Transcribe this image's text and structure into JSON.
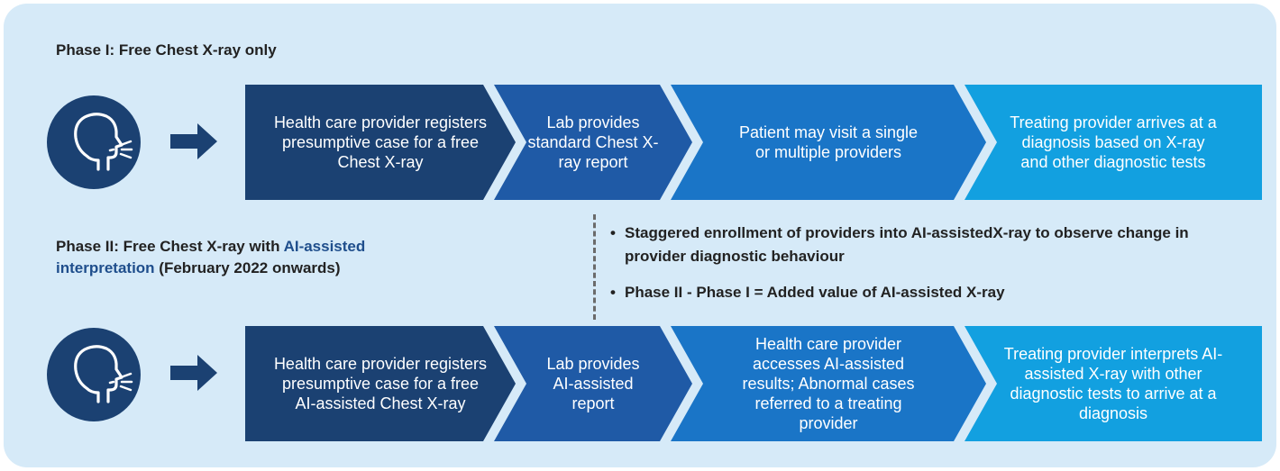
{
  "colors": {
    "panel_bg": "#d6eaf8",
    "dark_navy": "#1b4172",
    "mid_blue": "#1f5aa6",
    "blue": "#1a75c7",
    "light_blue": "#12a0e0"
  },
  "phase1": {
    "title": "Phase I: Free Chest X-ray only",
    "steps": [
      {
        "text": "Health care provider registers presumptive case for a free Chest X-ray",
        "color": "#1b4172"
      },
      {
        "text": "Lab provides standard Chest X-ray report",
        "color": "#1f5aa6"
      },
      {
        "text": "Patient may visit a single or multiple providers",
        "color": "#1a75c7"
      },
      {
        "text": "Treating provider arrives at a diagnosis based on X-ray and other diagnostic tests",
        "color": "#12a0e0"
      }
    ]
  },
  "phase2": {
    "title_prefix": "Phase II: Free Chest X-ray with ",
    "title_highlight": "AI-assisted interpretation",
    "title_suffix": " (February 2022 onwards)",
    "steps": [
      {
        "text": "Health care provider registers presumptive case for a free AI-assisted Chest X-ray",
        "color": "#1b4172"
      },
      {
        "text": "Lab provides AI-assisted report",
        "color": "#1f5aa6"
      },
      {
        "text": "Health care provider accesses AI-assisted results; Abnormal cases referred to a treating provider",
        "color": "#1a75c7"
      },
      {
        "text": "Treating provider interprets AI-assisted X-ray with other diagnostic tests to arrive at a diagnosis",
        "color": "#12a0e0"
      }
    ]
  },
  "notes": {
    "bullet_char": "•",
    "items": [
      "Staggered enrollment of providers into AI-assistedX-ray to observe change in provider diagnostic behaviour",
      "Phase II - Phase I = Added value of AI-assisted X-ray"
    ]
  },
  "icons": {
    "patient": "coughing-head-icon",
    "flow": "arrow-right-icon"
  }
}
